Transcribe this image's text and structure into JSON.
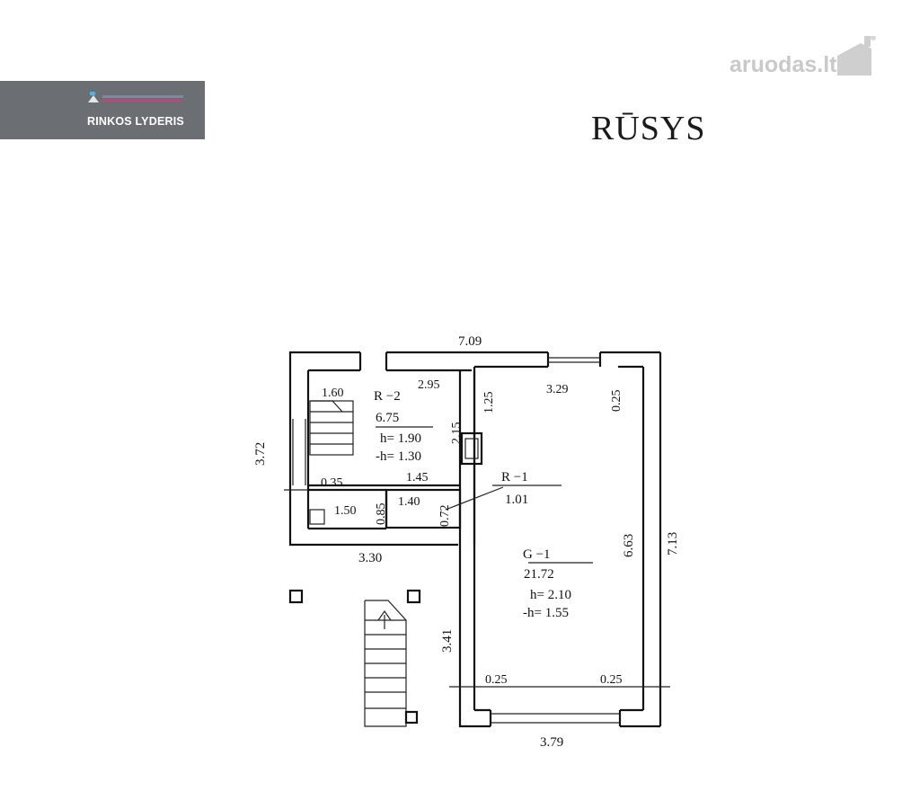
{
  "badge": {
    "text": "RINKOS LYDERIS"
  },
  "watermark": {
    "text": "aruodas.lt"
  },
  "title": "RŪSYS",
  "rooms": {
    "r2": {
      "name": "R −2",
      "area": "6.75",
      "height": "h= 1.90",
      "depth": "-h= 1.30"
    },
    "r1": {
      "name": "R −1",
      "area": "1.01"
    },
    "g1": {
      "name": "G −1",
      "area": "21.72",
      "height": "h= 2.10",
      "depth": "-h= 1.55"
    }
  },
  "dimensions": {
    "top": "7.09",
    "d295": "2.95",
    "d329": "3.29",
    "d025_top": "0.25",
    "d125": "1.25",
    "d215": "2.15",
    "d160": "1.60",
    "d372": "3.72",
    "d035": "0.35",
    "d145": "1.45",
    "d085": "0.85",
    "d140": "1.40",
    "d072": "0.72",
    "d150": "1.50",
    "d330": "3.30",
    "d663": "6.63",
    "d713": "7.13",
    "d341": "3.41",
    "d025_bl": "0.25",
    "d025_br": "0.25",
    "d379": "3.79"
  }
}
